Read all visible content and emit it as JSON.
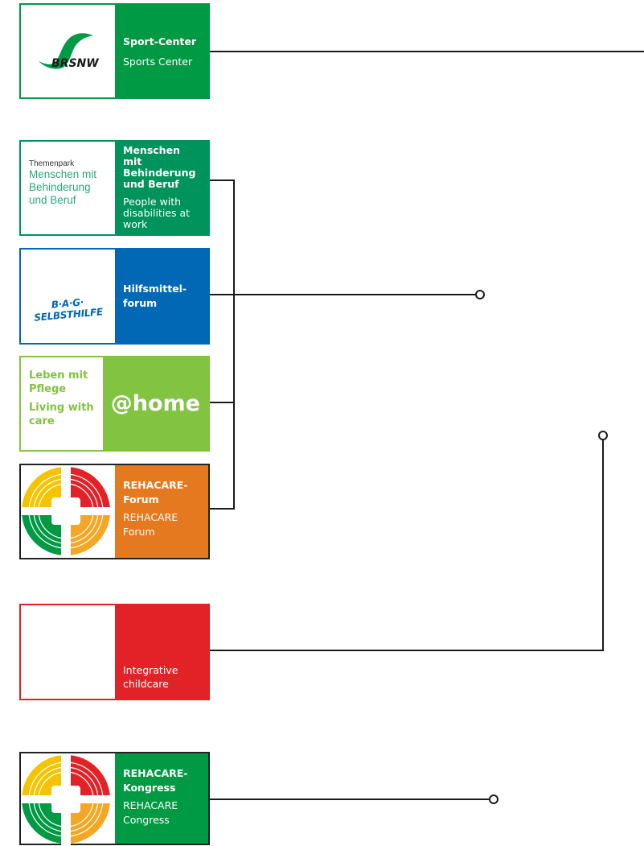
{
  "boxes": {
    "sport": {
      "logo_text": "BRSNW",
      "title_de": "Sport-Center",
      "title_en": "Sports Center",
      "color": "#009a44"
    },
    "themen": {
      "logo_small": "Themenpark",
      "logo_line1": "Menschen mit",
      "logo_line2": "Behinderung",
      "logo_line3": "und Beruf",
      "title_de": "Menschen mit Behinderung und Beruf",
      "title_en": "People with disabilities at work",
      "color": "#00935c"
    },
    "hilfs": {
      "logo_text": "B·A·G· SELBSTHILFE",
      "title_de": "Hilfsmittel-forum",
      "color": "#0068b4"
    },
    "home": {
      "logo_de": "Leben mit Pflege",
      "logo_en": "Living with care",
      "title": "@home",
      "color": "#82c341"
    },
    "forum": {
      "title_de": "REHACARE-Forum",
      "title_en": "REHACARE Forum",
      "color": "#e4791f"
    },
    "child": {
      "title_en": "Integrative childcare",
      "color": "#e32227"
    },
    "kongress": {
      "title_de": "REHACARE-Kongress",
      "title_en": "REHACARE Congress",
      "color": "#009a44"
    }
  },
  "line_color": "#1a1a1a"
}
